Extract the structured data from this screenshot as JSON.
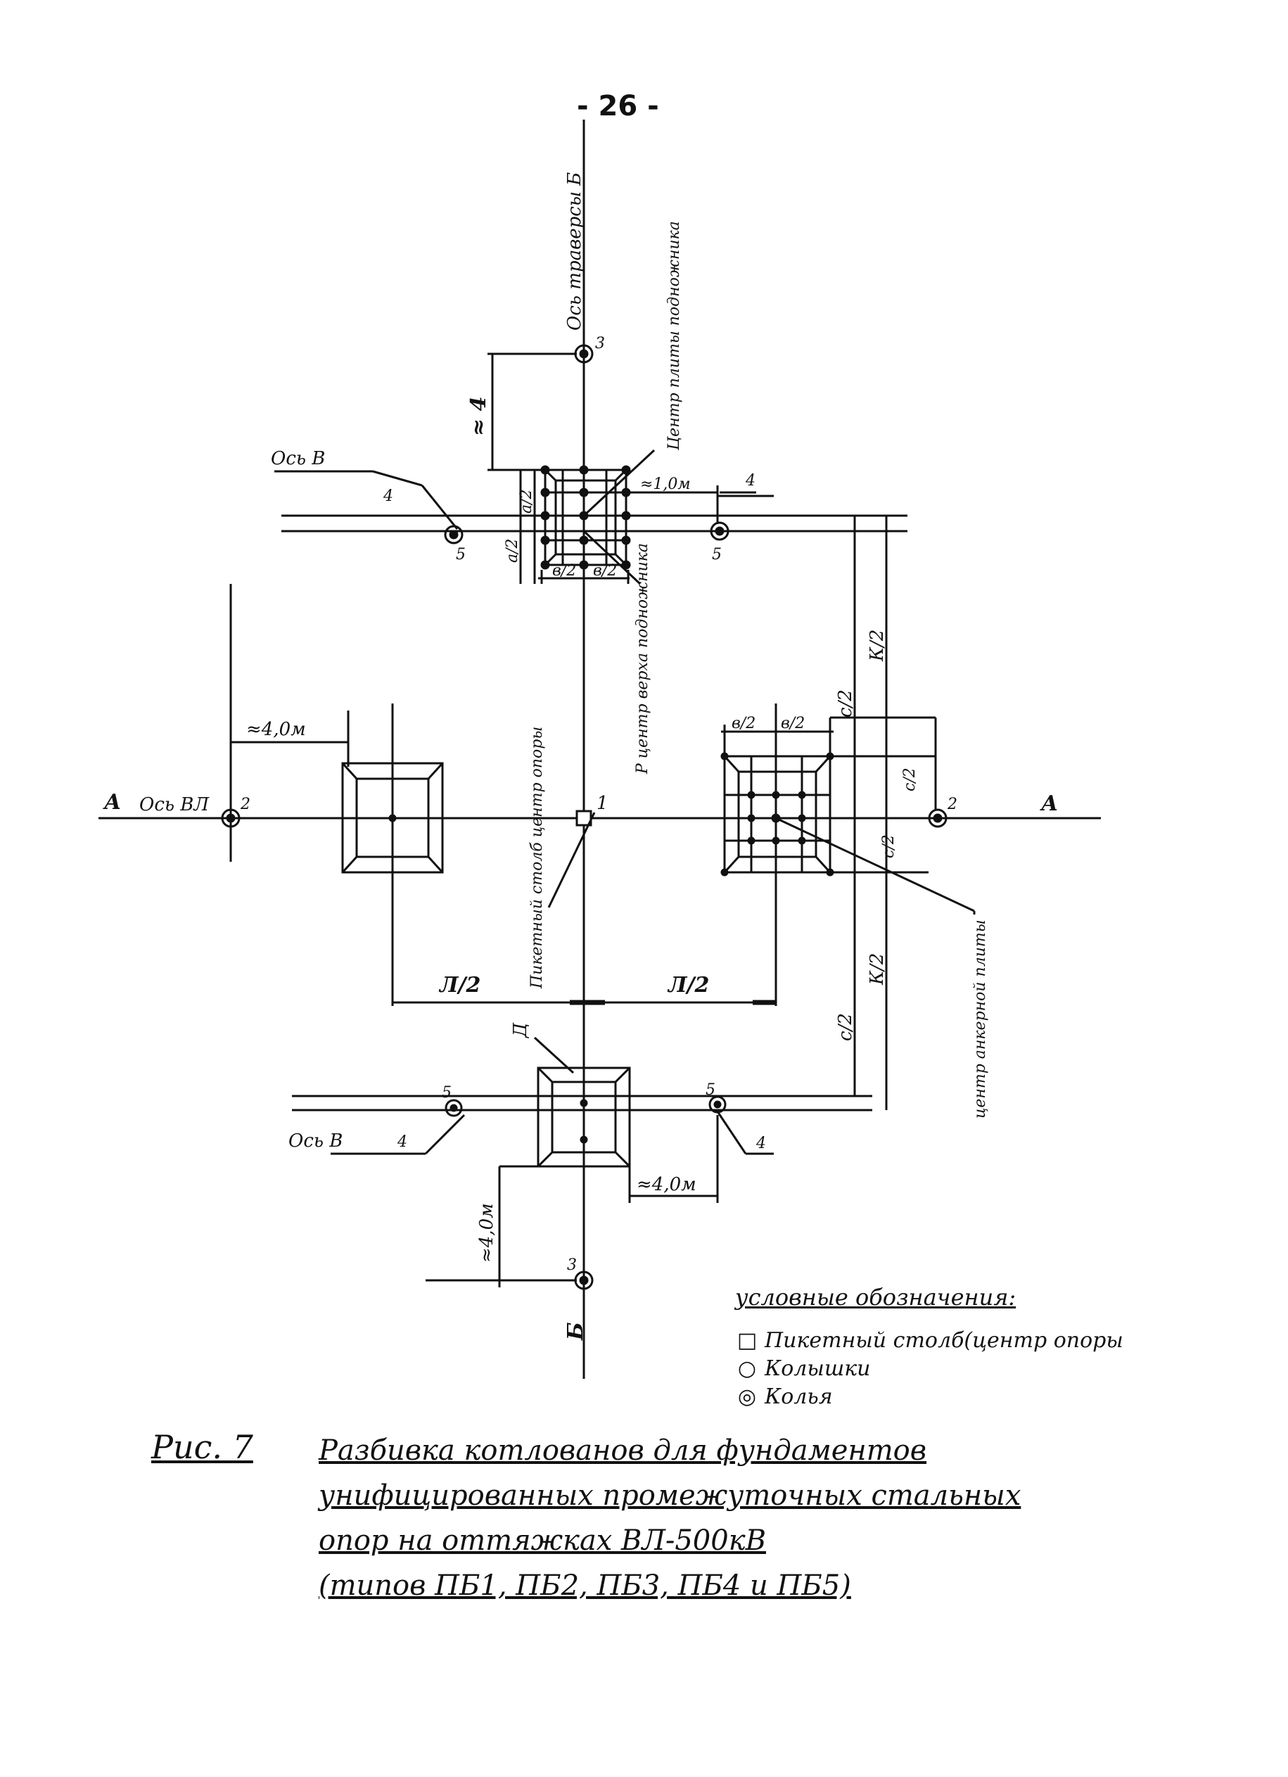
{
  "page_number": "- 26 -",
  "labels": {
    "axis_b_top": "Ось траверсы Б",
    "axis_b_bottom": "Б",
    "axis_a_left": "А",
    "axis_a_right": "А",
    "axis_vl": "Ось ВЛ",
    "axis_v_top": "Ось В",
    "axis_v_bottom": "Ось В",
    "center_plate_top": "Центр плиты подножника",
    "center_bottom_plate": "Р центр верха подножника",
    "picket_post": "Пикетный столб центр опоры",
    "center_anchor_plate": "центр анкерной плиты",
    "dist_4m_top": "≈ 4",
    "dist_1m": "≈1,0м",
    "dist_4m_left": "≈4,0м",
    "dist_4m_bottom_h": "≈4,0м",
    "dist_4m_bottom_v": "≈4,0м",
    "half_l_left": "Л/2",
    "half_l_right": "Л/2",
    "half_a_1": "а/2",
    "half_a_2": "а/2",
    "half_v_1": "в/2",
    "half_v_2": "в/2",
    "half_c_top": "с/2",
    "half_c_bottom": "с/2",
    "half_k_top": "К/2",
    "half_k_bottom": "К/2",
    "right_b_1": "в/2",
    "right_b_2": "в/2",
    "right_c_1": "с/2",
    "right_c_2": "с/2",
    "letter_d": "Д",
    "num_1": "1",
    "num_2_left": "2",
    "num_2_right": "2",
    "num_3_top": "3",
    "num_3_bottom": "3",
    "num_4_tl": "4",
    "num_4_tr": "4",
    "num_4_bl": "4",
    "num_4_br": "4",
    "num_5_tl": "5",
    "num_5_tr": "5",
    "num_5_bl": "5",
    "num_5_br": "5"
  },
  "legend": {
    "title": "условные обозначения:",
    "items": [
      {
        "symbol": "□",
        "text": "Пикетный столб(центр опоры"
      },
      {
        "symbol": "○",
        "text": "Колышки"
      },
      {
        "symbol": "◎",
        "text": "Колья"
      }
    ]
  },
  "caption": {
    "number": "Рис. 7",
    "lines": [
      "Разбивка котлованов для фундаментов",
      "унифицированных промежуточных стальных",
      "опор на оттяжках ВЛ-500кВ",
      "(типов ПБ1, ПБ2, ПБ3, ПБ4 и ПБ5)"
    ]
  },
  "colors": {
    "ink": "#111111",
    "paper": "#ffffff"
  }
}
